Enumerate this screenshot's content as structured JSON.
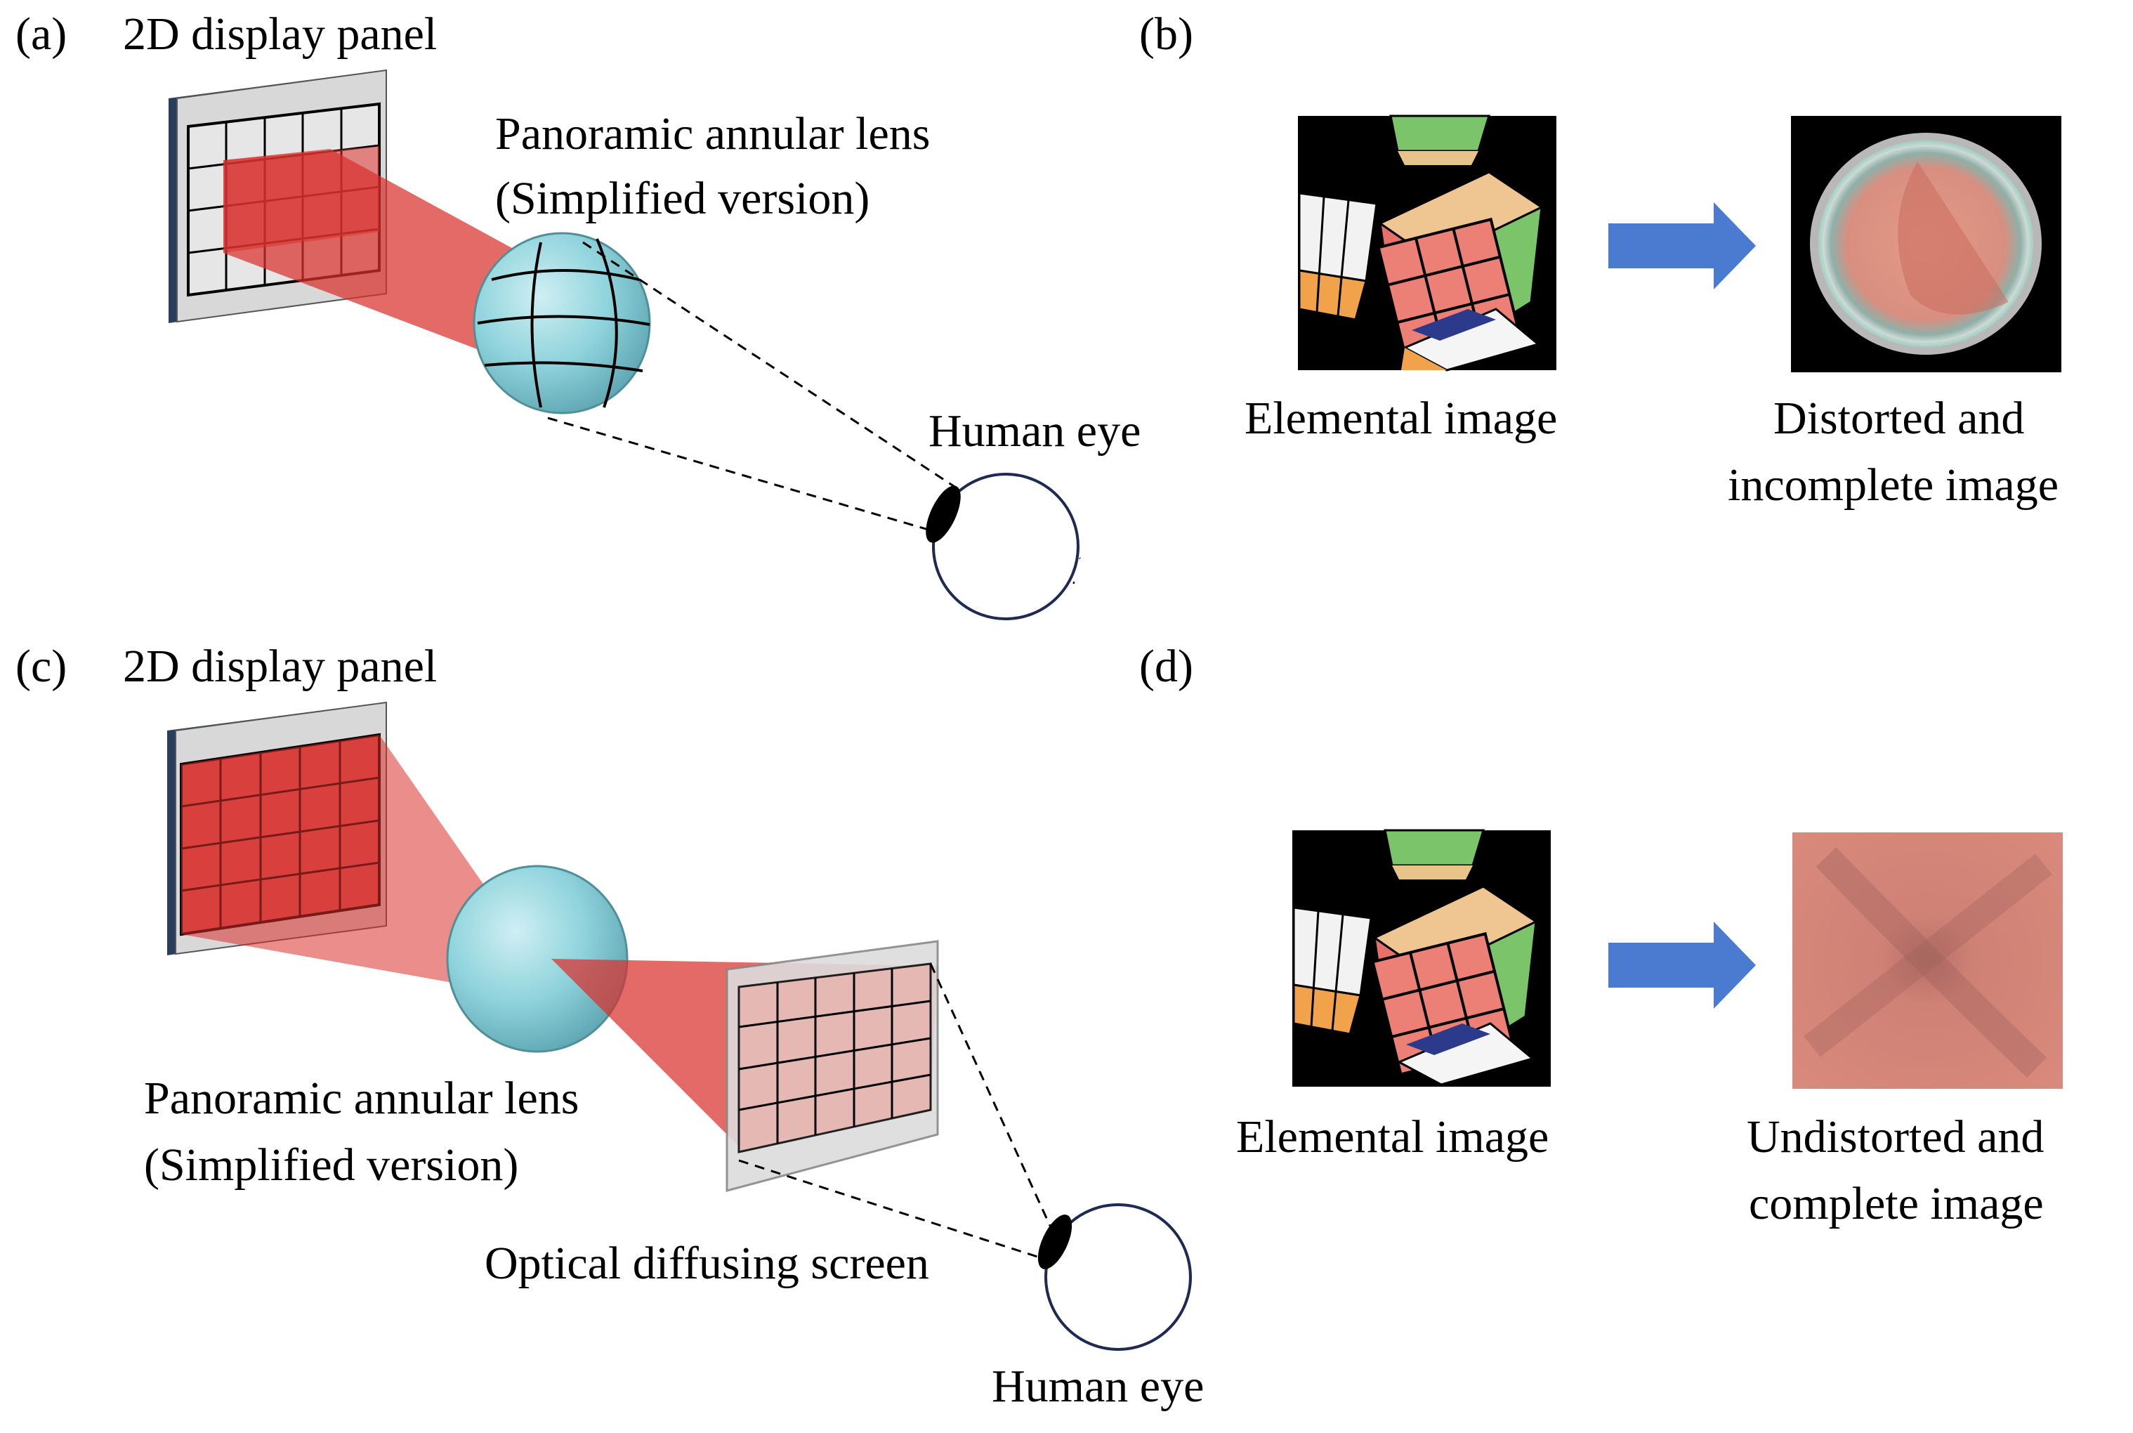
{
  "panel_a": {
    "letter": "(a)",
    "display_label": "2D display panel",
    "lens_label_line1": "Panoramic annular lens",
    "lens_label_line2": "(Simplified version)",
    "eye_label": "Human eye"
  },
  "panel_b": {
    "letter": "(b)",
    "input_caption": "Elemental image",
    "output_caption_line1": "Distorted and",
    "output_caption_line2": "incomplete image"
  },
  "panel_c": {
    "letter": "(c)",
    "display_label": "2D display panel",
    "lens_label_line1": "Panoramic annular lens",
    "lens_label_line2": "(Simplified version)",
    "screen_label": "Optical diffusing screen",
    "eye_label": "Human eye"
  },
  "panel_d": {
    "letter": "(d)",
    "input_caption": "Elemental image",
    "output_caption_line1": "Undistorted and",
    "output_caption_line2": "complete image"
  },
  "colors": {
    "beam_red": "#d9302c",
    "lens_cyan": "#8fd3dc",
    "arrow_blue": "#4a7bd0",
    "panel_frame": "#2b3d5c"
  }
}
